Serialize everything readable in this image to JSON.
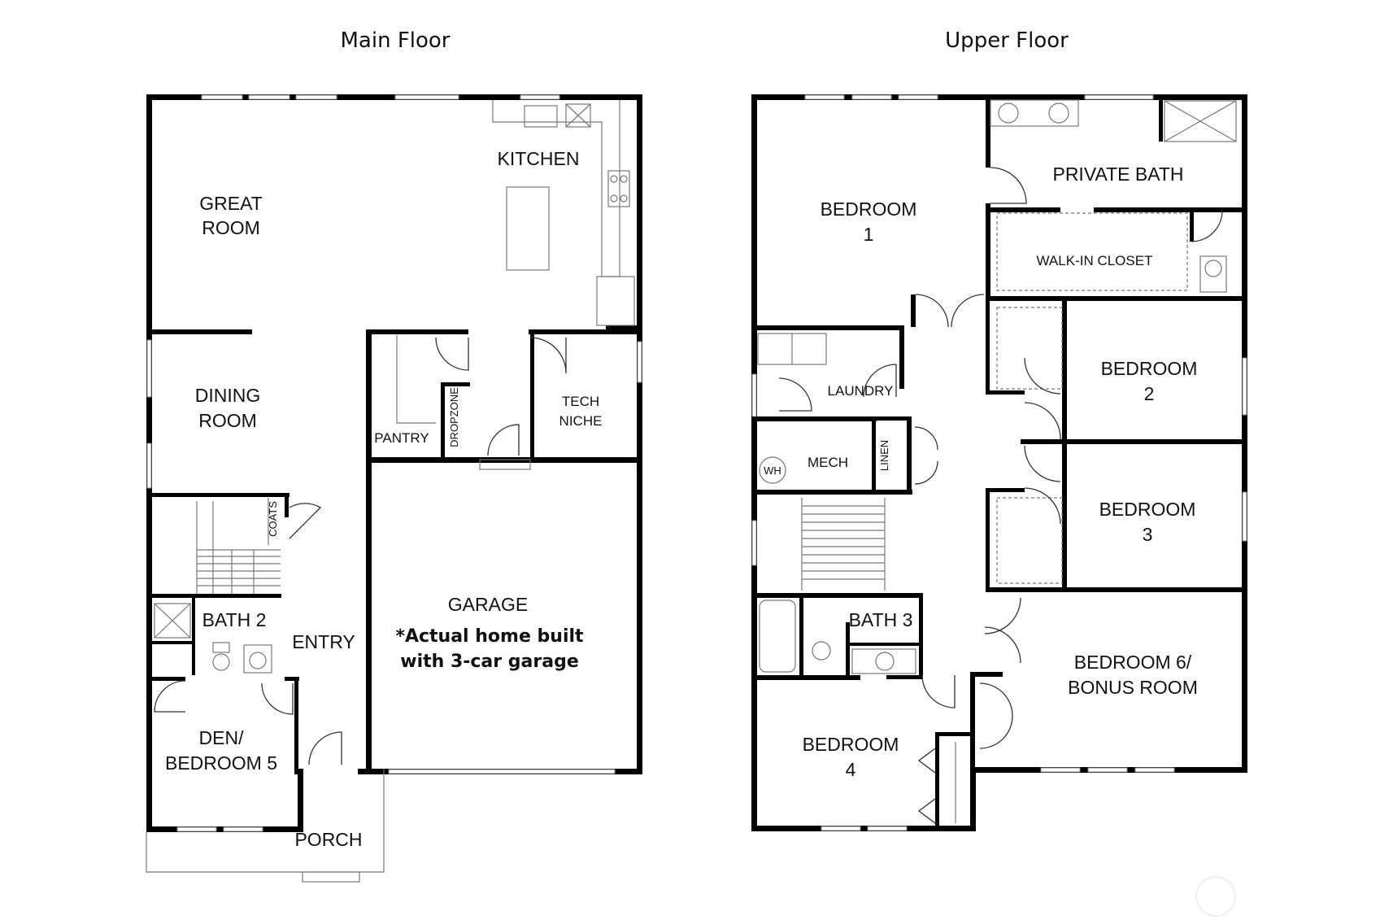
{
  "floors": {
    "main": {
      "title": "Main Floor",
      "rooms": {
        "great_room": [
          "GREAT",
          "ROOM"
        ],
        "kitchen": "KITCHEN",
        "dining_room": [
          "DINING",
          "ROOM"
        ],
        "pantry": "PANTRY",
        "dropzone": "DROPZONE",
        "tech_niche": [
          "TECH",
          "NICHE"
        ],
        "coats": "COATS",
        "bath2": "BATH 2",
        "entry": "ENTRY",
        "den": [
          "DEN/",
          "BEDROOM 5"
        ],
        "porch": "PORCH",
        "garage": "GARAGE",
        "garage_note": [
          "*Actual home built",
          "with 3-car garage"
        ]
      }
    },
    "upper": {
      "title": "Upper Floor",
      "rooms": {
        "bedroom1": [
          "BEDROOM",
          "1"
        ],
        "private_bath": "PRIVATE BATH",
        "walk_in_closet": "WALK-IN CLOSET",
        "laundry": "LAUNDRY",
        "mech": "MECH",
        "wh": "WH",
        "linen": "LINEN",
        "bedroom2": [
          "BEDROOM",
          "2"
        ],
        "bedroom3": [
          "BEDROOM",
          "3"
        ],
        "bath3": "BATH 3",
        "bedroom6": [
          "BEDROOM 6/",
          "BONUS ROOM"
        ],
        "bedroom4": [
          "BEDROOM",
          "4"
        ]
      }
    }
  }
}
